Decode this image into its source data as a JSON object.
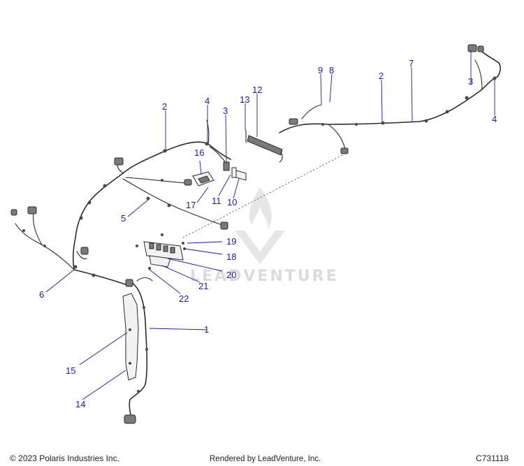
{
  "diagram": {
    "callouts": [
      {
        "id": "c1",
        "label": "1"
      },
      {
        "id": "c2a",
        "label": "2"
      },
      {
        "id": "c2b",
        "label": "2"
      },
      {
        "id": "c3a",
        "label": "3"
      },
      {
        "id": "c3b",
        "label": "3"
      },
      {
        "id": "c4a",
        "label": "4"
      },
      {
        "id": "c4b",
        "label": "4"
      },
      {
        "id": "c5",
        "label": "5"
      },
      {
        "id": "c6",
        "label": "6"
      },
      {
        "id": "c7",
        "label": "7"
      },
      {
        "id": "c8",
        "label": "8"
      },
      {
        "id": "c9",
        "label": "9"
      },
      {
        "id": "c10",
        "label": "10"
      },
      {
        "id": "c11",
        "label": "11"
      },
      {
        "id": "c12",
        "label": "12"
      },
      {
        "id": "c13",
        "label": "13"
      },
      {
        "id": "c14",
        "label": "14"
      },
      {
        "id": "c15",
        "label": "15"
      },
      {
        "id": "c16",
        "label": "16"
      },
      {
        "id": "c17",
        "label": "17"
      },
      {
        "id": "c18",
        "label": "18"
      },
      {
        "id": "c19",
        "label": "19"
      },
      {
        "id": "c20",
        "label": "20"
      },
      {
        "id": "c21",
        "label": "21"
      },
      {
        "id": "c22",
        "label": "22"
      }
    ],
    "callout_color": "#1a1aa6",
    "watermark": "LEADVENTURE",
    "watermark_color": "#d8d8d8"
  },
  "footer": {
    "copyright": "© 2023 Polaris Industries Inc.",
    "rendered_by": "Rendered by LeadVenture, Inc.",
    "diagram_code": "C731118"
  }
}
